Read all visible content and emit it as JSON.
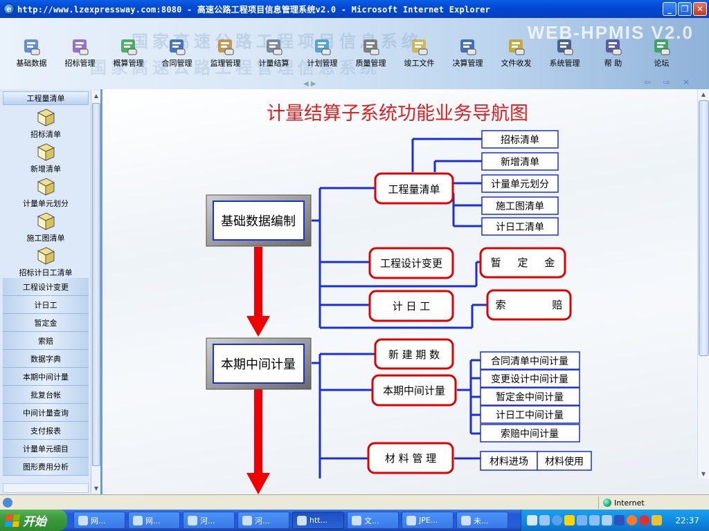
{
  "window": {
    "title": "http://www.lzexpressway.com:8080 - 高速公路工程项目信息管理系统v2.0 - Microsoft Internet Explorer",
    "minimize": "_",
    "restore": "❐",
    "close": "✕"
  },
  "banner": {
    "brand": "WEB-HPMIS  V2.0",
    "watermark_line1": "国家高速公路工程项目信息系统",
    "watermark_line2": "国家高速公路工程管理信息系统"
  },
  "toolbar": [
    {
      "label": "基础数据",
      "icon": "database-icon",
      "color": "#4a7fd0"
    },
    {
      "label": "招标管理",
      "icon": "bid-icon",
      "color": "#8a5ac8"
    },
    {
      "label": "概算管理",
      "icon": "pie-chart-icon",
      "color": "#2ea84a"
    },
    {
      "label": "合同管理",
      "icon": "contract-icon",
      "color": "#2860c0"
    },
    {
      "label": "监理管理",
      "icon": "supervision-icon",
      "color": "#c08a30"
    },
    {
      "label": "计量结算",
      "icon": "measure-icon",
      "color": "#6a7a90"
    },
    {
      "label": "计划管理",
      "icon": "bar-chart-icon",
      "color": "#3a9ad0"
    },
    {
      "label": "质量管理",
      "icon": "gear-icon",
      "color": "#707070"
    },
    {
      "label": "竣工文件",
      "icon": "folder-icon",
      "color": "#d0b040"
    },
    {
      "label": "决算管理",
      "icon": "ledger-icon",
      "color": "#2f5fb0"
    },
    {
      "label": "文件收发",
      "icon": "mail-icon",
      "color": "#c8a020"
    },
    {
      "label": "系统管理",
      "icon": "monitor-icon",
      "color": "#3a5080"
    },
    {
      "label": "帮  助",
      "icon": "help-icon",
      "color": "#4a4a9a"
    },
    {
      "label": "论坛",
      "icon": "forum-icon",
      "color": "#30a050"
    }
  ],
  "sidebar": {
    "section_header": "工程量清单",
    "sub_items": [
      {
        "label": "招标清单",
        "icon": "bid-list-icon"
      },
      {
        "label": "新增清单",
        "icon": "new-list-icon"
      },
      {
        "label": "计量单元划分",
        "icon": "printer-icon"
      },
      {
        "label": "施工图清单",
        "icon": "drawing-icon"
      },
      {
        "label": "招标计日工清单",
        "icon": "daywork-list-icon"
      }
    ],
    "items": [
      "工程设计变更",
      "计日工",
      "暂定金",
      "索赔",
      "数据字典",
      "本期中间计量",
      "批复台帐",
      "中间计量查询",
      "支付报表",
      "计量单元细目",
      "图形费用分析"
    ]
  },
  "diagram": {
    "title": "计量结算子系统功能业务导航图",
    "main_boxes": [
      "基础数据编制",
      "本期中间计量"
    ],
    "level2": [
      "工程量清单",
      "工程设计变更",
      "计  日  工",
      "新 建 期 数",
      "本期中间计量",
      "材  料  管  理"
    ],
    "qingdan_children": [
      "招标清单",
      "新增清单",
      "计量单元划分",
      "施工图清单",
      "计日工清单"
    ],
    "zandingjin": "暂     定     金",
    "suopei": "索              赔",
    "measure_children": [
      "合同清单中间计量",
      "变更设计中间计量",
      "暂定金中间计量",
      "计日工中间计量",
      "索赔中间计量"
    ],
    "material_children": [
      "材料进场",
      "材料使用"
    ]
  },
  "statusbar": {
    "zone": "Internet"
  },
  "taskbar": {
    "start": "开始",
    "tasks": [
      "网...",
      "网...",
      "河...",
      "河...",
      "htt...",
      "文...",
      "JPE...",
      "未..."
    ],
    "active_index": 4,
    "clock": "22:37"
  }
}
